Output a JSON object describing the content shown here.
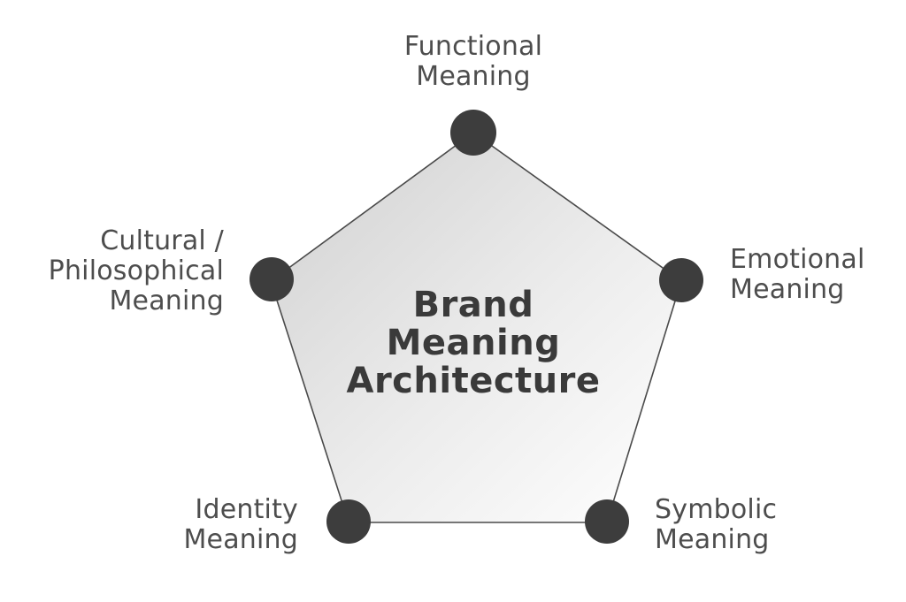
{
  "diagram": {
    "title": "Brand\nMeaning\nArchitecture",
    "nodes": [
      {
        "id": "functional",
        "label": "Functional\nMeaning",
        "position": "top"
      },
      {
        "id": "emotional",
        "label": "Emotional\nMeaning",
        "position": "right"
      },
      {
        "id": "symbolic",
        "label": "Symbolic\nMeaning",
        "position": "bottom-right"
      },
      {
        "id": "identity",
        "label": "Identity\nMeaning",
        "position": "bottom-left"
      },
      {
        "id": "cultural",
        "label": "Cultural /\nPhilosophical\nMeaning",
        "position": "left"
      }
    ],
    "colors": {
      "background": "#ffffff",
      "node_fill": "#3d3d3d",
      "edge_stroke": "#4a4a4a",
      "label_text": "#4d4d4d",
      "title_text": "#3a3a3a",
      "pentagon_fill_dark": "#d0d0d0",
      "pentagon_fill_light": "#ffffff"
    }
  }
}
